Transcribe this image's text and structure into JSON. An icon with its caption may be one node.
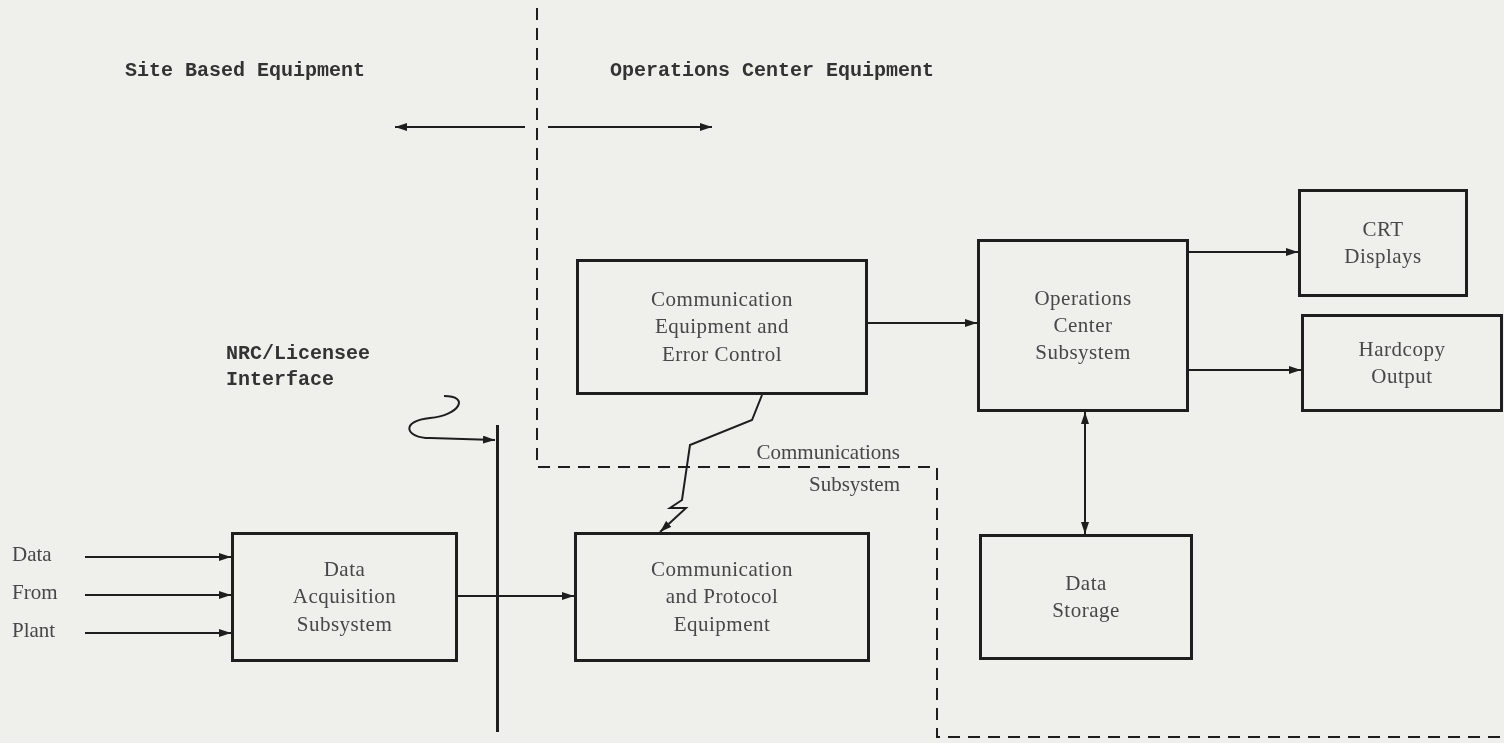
{
  "diagram": {
    "nodes": [
      {
        "text": [
          "Data From Plant"
        ]
      },
      {
        "text": [
          "Data Acquisition Subsystem"
        ]
      },
      {
        "text": [
          "Communication and Protocol Equipment"
        ]
      },
      {
        "text": [
          "Communication Equipment and Error Control"
        ]
      },
      {
        "text": [
          "Operations Center Subsystem"
        ]
      },
      {
        "text": [
          "CRT Displays"
        ]
      },
      {
        "text": [
          "Hardcopy Output"
        ]
      },
      {
        "text": [
          "Data Storage"
        ]
      },
      {
        "text": [
          "NRC/Licensee Interface"
        ]
      },
      {
        "text": [],
        "shape": "bar"
      }
    ],
    "edges": [
      {
        "from": 0,
        "to": 1,
        "arrow": "to"
      },
      {
        "from": 0,
        "to": 1,
        "arrow": "to"
      },
      {
        "from": 0,
        "to": 1,
        "arrow": "to"
      },
      {
        "from": 1,
        "to": 2,
        "arrow": "to"
      },
      {
        "from": 3,
        "to": 4,
        "arrow": "to"
      },
      {
        "from": 4,
        "to": 5,
        "arrow": "to"
      },
      {
        "from": 4,
        "to": 6,
        "arrow": "to"
      },
      {
        "from": 4,
        "to": 7,
        "arrow": "both"
      },
      {
        "from": 3,
        "to": 2,
        "arrow": "to"
      },
      {
        "from": 8,
        "to": 9,
        "arrow": "to"
      }
    ],
    "labels": [
      "Site Based Equipment",
      "Operations Center Equipment",
      "Communications Subsystem"
    ]
  }
}
